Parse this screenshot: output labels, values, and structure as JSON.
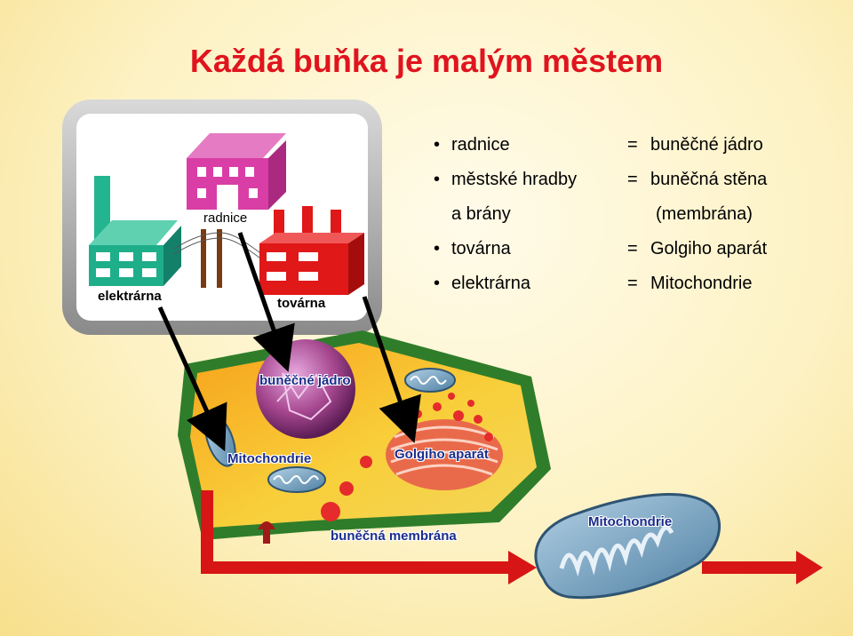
{
  "title": "Každá buňka je malým městem",
  "town_labels": {
    "town_hall": "radnice",
    "power_plant": "elektrárna",
    "factory": "továrna"
  },
  "comparisons": [
    {
      "term": "radnice",
      "equals": "=",
      "meaning": "buněčné jádro"
    },
    {
      "term": "městské hradby",
      "equals": "=",
      "meaning": "buněčná stěna"
    },
    {
      "term": "a brány",
      "equals": "",
      "meaning": "(membrána)"
    },
    {
      "term": "továrna",
      "equals": "=",
      "meaning": "Golgiho aparát"
    },
    {
      "term": "elektrárna",
      "equals": "=",
      "meaning": "Mitochondrie"
    }
  ],
  "bullet_symbol": "•",
  "cell_labels": {
    "nucleus": "buněčné jádro",
    "mitochondria_inner": "Mitochondrie",
    "golgi": "Golgiho aparát",
    "membrane": "buněčná membrána",
    "mitochondria_enlarged": "Mitochondrie"
  },
  "colors": {
    "title": "#e0141e",
    "town_wall": "#9a9a9a",
    "town_hall": "#d83ea6",
    "power_plant": "#1fae8a",
    "factory": "#e01818",
    "cell_membrane": "#2f7d2a",
    "cytoplasm": "#f6c52a",
    "nucleus": "#9b3f8f",
    "golgi": "#e96a4a",
    "mitochondria": "#5f8fb1",
    "red_arrow": "#d81515"
  }
}
